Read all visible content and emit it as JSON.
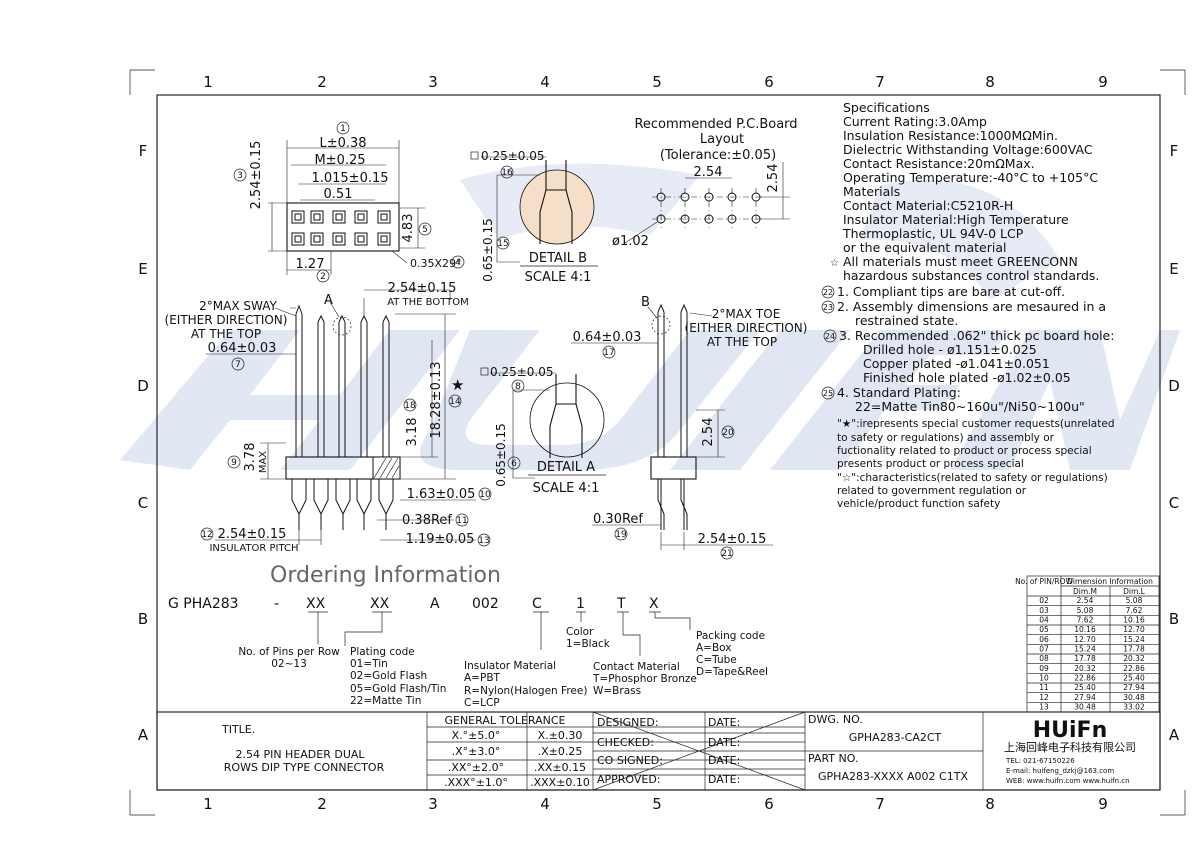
{
  "grid": {
    "columns": [
      "1",
      "2",
      "3",
      "4",
      "5",
      "6",
      "7",
      "8",
      "9"
    ],
    "rows": [
      "F",
      "E",
      "D",
      "C",
      "B",
      "A"
    ]
  },
  "watermark": {
    "text": "HUIFN",
    "color": "#bfcbe6"
  },
  "specs": {
    "heading": "Specifications",
    "lines": [
      "Current Rating:3.0Amp",
      "Insulation Resistance:1000MΩMin.",
      "Dielectric Withstanding Voltage:600VAC",
      "Contact Resistance:20mΩMax.",
      "Operating Temperature:-40°C to +105°C"
    ],
    "materials_heading": "Materials",
    "materials": [
      "Contact Material:C5210R-H",
      "Insulator Material:High Temperature",
      "Thermoplastic, UL 94V-0 LCP",
      "or the equivalent material"
    ],
    "greenconn": [
      "All materials must meet GREENCONN",
      "hazardous substances control standards."
    ],
    "notes": [
      {
        "circle": "22",
        "text": "1. Compliant tips are bare at cut-off."
      },
      {
        "circle": "23",
        "text": "2. Assembly dimensions are mesaured in a"
      },
      {
        "circle": "",
        "text": "restrained state."
      },
      {
        "circle": "24",
        "text": "3. Recommended .062\" thick pc board hole:"
      },
      {
        "circle": "",
        "text": "Drilled hole - ø1.151±0.025"
      },
      {
        "circle": "",
        "text": "Copper plated -ø1.041±0.051"
      },
      {
        "circle": "",
        "text": "Finished hole plated -ø1.02±0.05"
      },
      {
        "circle": "25",
        "text": "4. Standard Plating:"
      },
      {
        "circle": "",
        "text": "22=Matte Tin80~160u\"/Ni50~100u\""
      }
    ],
    "legend": [
      "\"★\":irepresents special customer requests(unrelated",
      "to safety or regulations) and assembly or",
      "fuctionality related to product or process special",
      "presents product or process special",
      "\"☆\":characteristics(related to safety or regulations)",
      "related to government regulation or",
      "vehicle/product function safety"
    ]
  },
  "pcb_layout": {
    "title": [
      "Recommended P.C.Board",
      "Layout",
      "(Tolerance:±0.05)"
    ],
    "pitch_x": "2.54",
    "pitch_y": "2.54",
    "hole": "ø1.02"
  },
  "top_view": {
    "dims": [
      "L±0.38",
      "M±0.25",
      "1.015±0.15",
      "0.51",
      "2.54±0.15",
      "4.83",
      "1.27",
      "0.35X29°"
    ],
    "circles": [
      "1",
      "2",
      "3",
      "4",
      "5"
    ]
  },
  "detail_b": {
    "label": "DETAIL B",
    "scale": "SCALE 4:1",
    "flat": "0.25±0.05",
    "height": "0.65±0.15",
    "circles": [
      "16",
      "15"
    ]
  },
  "detail_a": {
    "label": "DETAIL A",
    "scale": "SCALE 4:1",
    "flat": "0.25±0.05",
    "height": "0.65±0.15",
    "circles": [
      "8",
      "6"
    ]
  },
  "front_view": {
    "sway": [
      "2°MAX SWAY",
      "(EITHER DIRECTION)",
      "AT THE TOP"
    ],
    "pin_width": "0.64±0.03",
    "pitch_top": "2.54±0.15",
    "at_bottom": "AT THE BOTTOM",
    "total_height": "18.28±0.13",
    "upper": "3.18",
    "max_height": "3.78",
    "max_word": "MAX",
    "housing": "1.63±0.05",
    "ref": "0.38Ref",
    "tail": "1.19±0.05",
    "pitch_bottom": "2.54±0.15",
    "insulator_pitch": "INSULATOR PITCH",
    "detail_a_mark": "A",
    "star": "★",
    "circles": [
      "7",
      "9",
      "10",
      "11",
      "12",
      "13",
      "14",
      "18"
    ]
  },
  "side_view": {
    "toe": [
      "2°MAX TOE",
      "(EITHER DIRECTION)",
      "AT THE TOP"
    ],
    "pin_width": "0.64±0.03",
    "height": "2.54",
    "ref": "0.30Ref",
    "pitch": "2.54±0.15",
    "detail_b_mark": "B",
    "circles": [
      "17",
      "19",
      "20",
      "21"
    ]
  },
  "ordering": {
    "title": "Ordering Information",
    "code": [
      "G PHA283",
      "-",
      "XX",
      "XX",
      "A",
      "002",
      "C",
      "1",
      "T",
      "X"
    ],
    "pins_label": [
      "No. of Pins per Row",
      "02~13"
    ],
    "plating": [
      "Plating code",
      "01=Tin",
      "02=Gold Flash",
      "05=Gold Flash/Tin",
      "22=Matte Tin"
    ],
    "insulator": [
      "Insulator Material",
      "A=PBT",
      "R=Nylon(Halogen Free)",
      "C=LCP"
    ],
    "color": [
      "Color",
      "1=Black"
    ],
    "contact": [
      "Contact Material",
      "T=Phosphor Bronze",
      "W=Brass"
    ],
    "packing": [
      "Packing code",
      "A=Box",
      "C=Tube",
      "D=Tape&Reel"
    ]
  },
  "dimension_table": {
    "headers": [
      "No. of PIN/ROW",
      "Dimension Information",
      "Dim.M",
      "Dim.L"
    ],
    "rows": [
      [
        "02",
        "2.54",
        "5.08"
      ],
      [
        "03",
        "5.08",
        "7.62"
      ],
      [
        "04",
        "7.62",
        "10.16"
      ],
      [
        "05",
        "10.16",
        "12.70"
      ],
      [
        "06",
        "12.70",
        "15.24"
      ],
      [
        "07",
        "15.24",
        "17.78"
      ],
      [
        "08",
        "17.78",
        "20.32"
      ],
      [
        "09",
        "20.32",
        "22.86"
      ],
      [
        "10",
        "22.86",
        "25.40"
      ],
      [
        "11",
        "25.40",
        "27.94"
      ],
      [
        "12",
        "27.94",
        "30.48"
      ],
      [
        "13",
        "30.48",
        "33.02"
      ]
    ]
  },
  "title_block": {
    "title_label": "TITLE.",
    "title": [
      "2.54 PIN HEADER DUAL",
      "ROWS DIP TYPE CONNECTOR"
    ],
    "tolerance_heading": "GENERAL TOLERANCE",
    "tolerances": [
      [
        "X.°±5.0°",
        "X.±0.30"
      ],
      [
        ".X°±3.0°",
        ".X±0.25"
      ],
      [
        ".XX°±2.0°",
        ".XX±0.15"
      ],
      [
        ".XXX°±1.0°",
        ".XXX±0.10"
      ]
    ],
    "roles": [
      "DESIGNED:",
      "CHECKED:",
      "CO SIGNED:",
      "APPROVED:"
    ],
    "date": "DATE:",
    "dwg_label": "DWG. NO.",
    "dwg_no": "GPHA283-CA2CT",
    "part_label": "PART NO.",
    "part_no": "GPHA283-XXXX A002 C1TX",
    "company_logo": "HUiFn",
    "company_name": "上海回峰电子科技有限公司",
    "tel": "TEL: 021-67150226",
    "email": "E-mail: huifeng_dzkj@163.com",
    "web": "WEB: www.huifn.com   www.huifn.cn"
  }
}
